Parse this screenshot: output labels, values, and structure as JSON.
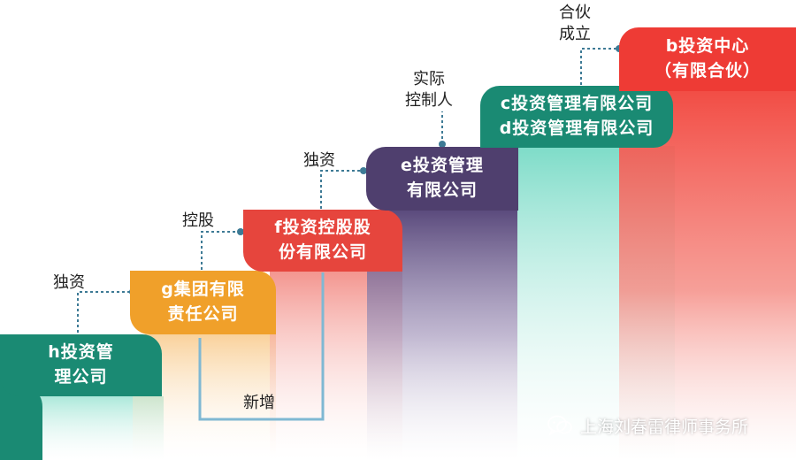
{
  "entities": {
    "h": {
      "lines": [
        "h投资管",
        "理公司"
      ],
      "color": "#1a8a73"
    },
    "g": {
      "lines": [
        "g集团有限",
        "责任公司"
      ],
      "color": "#f0a02a"
    },
    "f": {
      "lines": [
        "f投资控股股",
        "份有限公司"
      ],
      "color": "#e6453d"
    },
    "e": {
      "lines": [
        "e投资管理",
        "有限公司"
      ],
      "color": "#4f3f6e"
    },
    "cd": {
      "lines": [
        "c投资管理有限公司",
        "d投资管理有限公司"
      ],
      "color": "#1a8a73"
    },
    "b": {
      "lines": [
        "b投资中心",
        "（有限合伙）"
      ],
      "color": "#ee3b35"
    }
  },
  "relations": {
    "h_g": "独资",
    "g_f": "控股",
    "f_e": "独资",
    "e_cd": [
      "实际",
      "控制人"
    ],
    "cd_b": [
      "合伙",
      "成立"
    ],
    "g_f_new": "新增"
  },
  "watermark": {
    "text": "上海刘春雷律师事务所",
    "icon": "wechat-icon"
  },
  "colors": {
    "connector": "#3d7a95",
    "bracket": "#7fb8d3"
  }
}
